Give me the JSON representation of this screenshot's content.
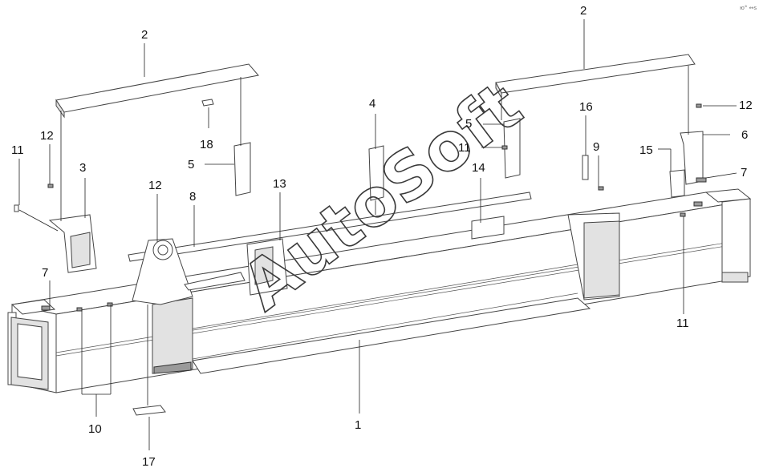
{
  "watermark": "AutoSoft",
  "corner_mark": "ю° ↔s",
  "callouts": [
    {
      "id": "c1",
      "text": "1"
    },
    {
      "id": "c2a",
      "text": "2"
    },
    {
      "id": "c2b",
      "text": "2"
    },
    {
      "id": "c3",
      "text": "3"
    },
    {
      "id": "c4",
      "text": "4"
    },
    {
      "id": "c5a",
      "text": "5"
    },
    {
      "id": "c5b",
      "text": "5"
    },
    {
      "id": "c6",
      "text": "6"
    },
    {
      "id": "c7a",
      "text": "7"
    },
    {
      "id": "c7b",
      "text": "7"
    },
    {
      "id": "c8",
      "text": "8"
    },
    {
      "id": "c9",
      "text": "9"
    },
    {
      "id": "c10",
      "text": "10"
    },
    {
      "id": "c11a",
      "text": "11"
    },
    {
      "id": "c11b",
      "text": "11"
    },
    {
      "id": "c11c",
      "text": "11"
    },
    {
      "id": "c12a",
      "text": "12"
    },
    {
      "id": "c12b",
      "text": "12"
    },
    {
      "id": "c12c",
      "text": "12"
    },
    {
      "id": "c13",
      "text": "13"
    },
    {
      "id": "c14",
      "text": "14"
    },
    {
      "id": "c15",
      "text": "15"
    },
    {
      "id": "c16",
      "text": "16"
    },
    {
      "id": "c17",
      "text": "17"
    },
    {
      "id": "c18",
      "text": "18"
    }
  ]
}
